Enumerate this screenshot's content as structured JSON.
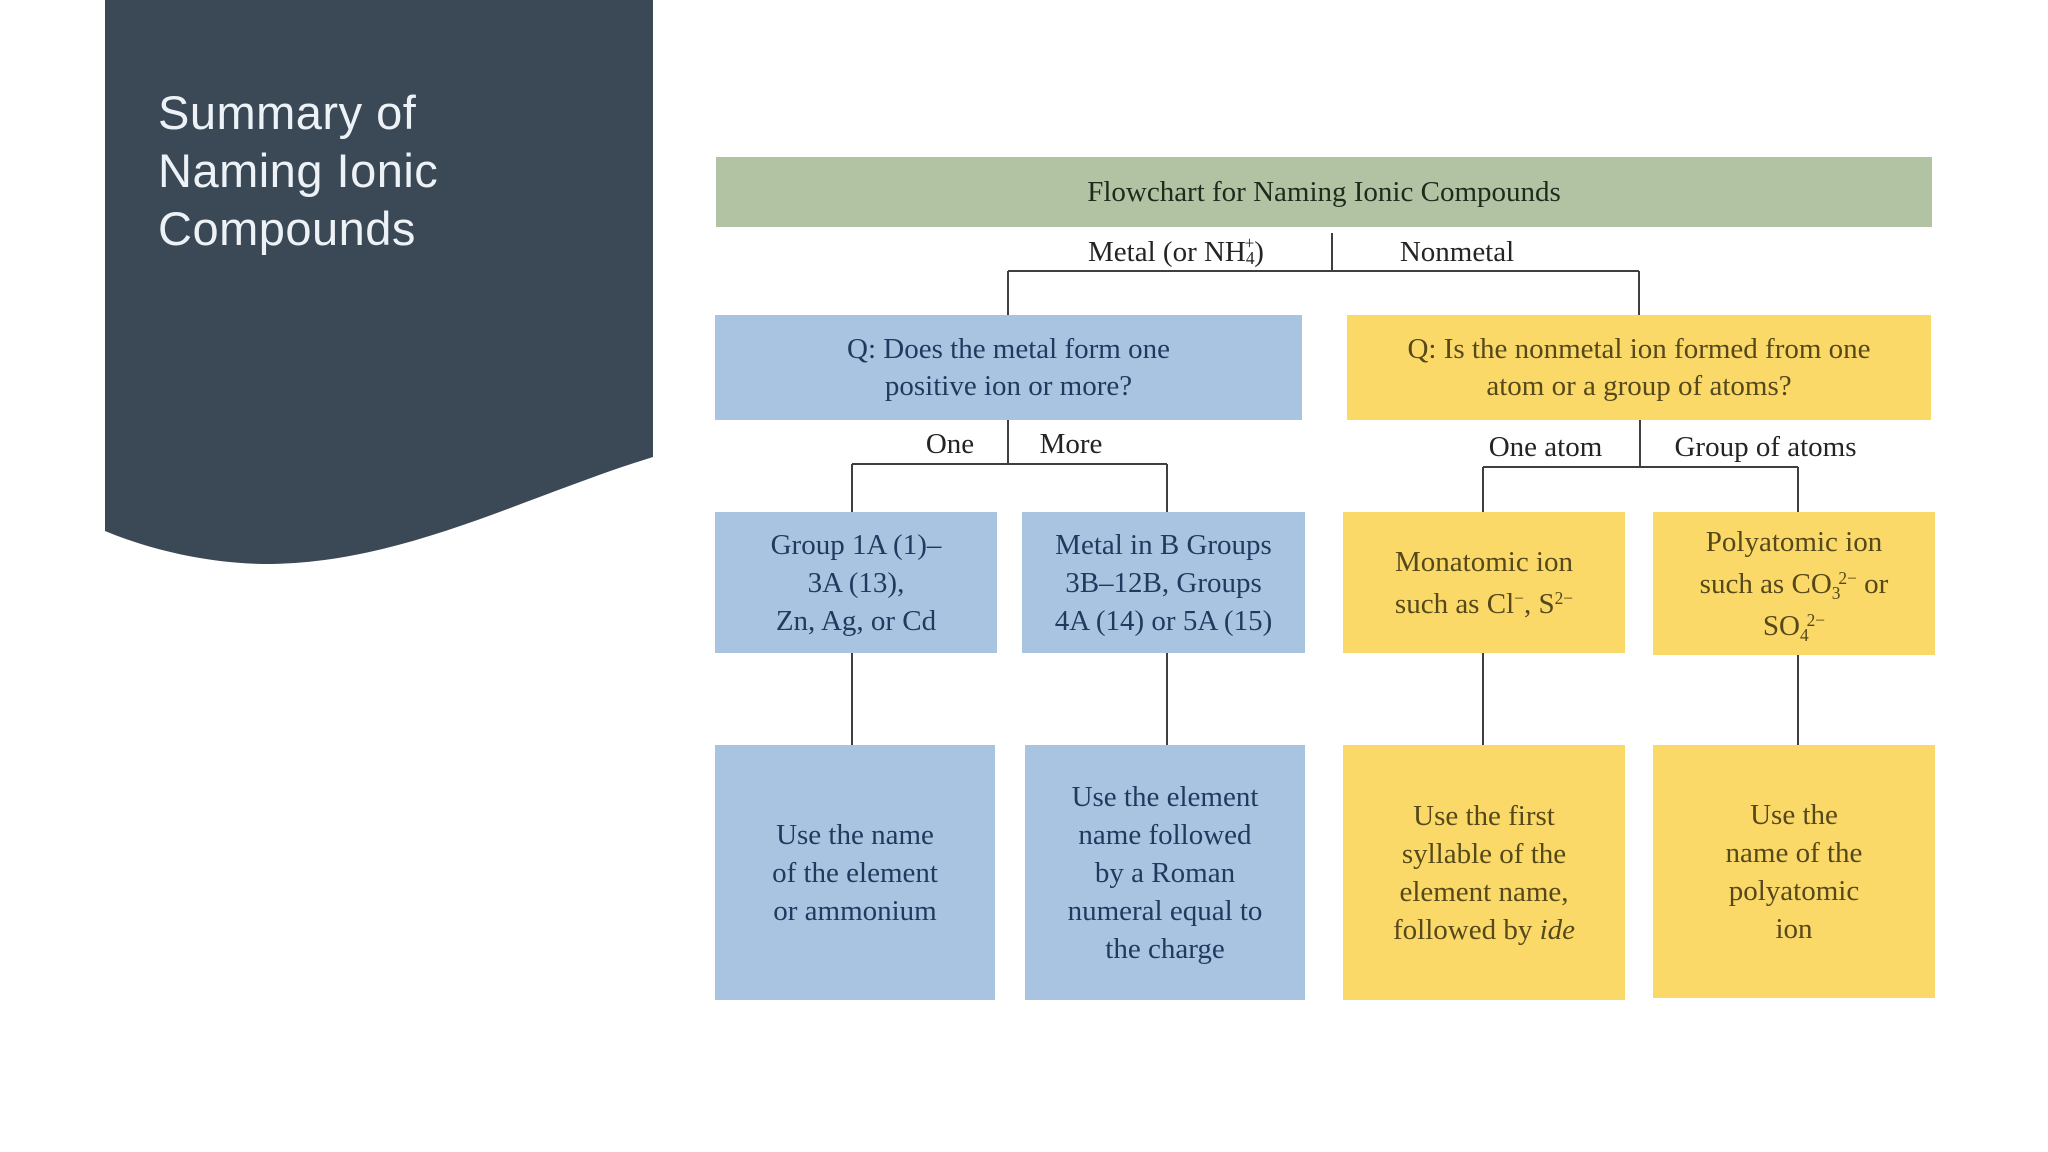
{
  "colors": {
    "sidebar": "#3b4856",
    "green_bar": "#b1c3a3",
    "blue_box": "#a9c4e1",
    "yellow_box": "#fbd968",
    "blue_text": "#1e3a5f",
    "yellow_text": "#55481a",
    "connector_line": "#3f3f3f"
  },
  "slide": {
    "title_lines": [
      "Summary of",
      "Naming Ionic",
      "Compounds"
    ]
  },
  "fc": {
    "header": "Flowchart for Naming Ionic Compounds",
    "metal": {
      "pre": "Metal (or NH",
      "sub": "4",
      "sup": "+",
      "post": ")"
    },
    "nonmetal": "Nonmetal",
    "q_metal": [
      "Q: Does the metal form one",
      "positive ion or more?"
    ],
    "q_nonmetal": [
      "Q: Is the nonmetal ion formed from one",
      "atom or a group of atoms?"
    ],
    "one": "One",
    "more": "More",
    "one_atom": "One atom",
    "group_atoms": "Group of atoms",
    "group_1a": [
      "Group 1A (1)–",
      "3A (13),",
      "Zn, Ag, or Cd"
    ],
    "metal_b": [
      "Metal in B Groups",
      "3B–12B, Groups",
      "4A (14) or 5A (15)"
    ],
    "monatomic": {
      "l1": "Monatomic ion",
      "l2a": "such as Cl",
      "l2b": "−",
      "l2c": ", S",
      "l2d": "2−"
    },
    "polyatomic": {
      "l1": "Polyatomic ion",
      "l2a": "such as CO",
      "l2b": "3",
      "l2c": "2−",
      "l2d": " or",
      "l3a": "SO",
      "l3b": "4",
      "l3c": "2−"
    },
    "use_element": [
      "Use the name",
      "of the element",
      "or ammonium"
    ],
    "use_roman": [
      "Use the element",
      "name followed",
      "by a Roman",
      "numeral equal to",
      "the charge"
    ],
    "use_ide": {
      "l1": "Use the first",
      "l2": "syllable of the",
      "l3": "element name,",
      "l4a": "followed by ",
      "l4b": "ide"
    },
    "use_poly": [
      "Use the",
      "name of the",
      "polyatomic",
      "ion"
    ]
  }
}
